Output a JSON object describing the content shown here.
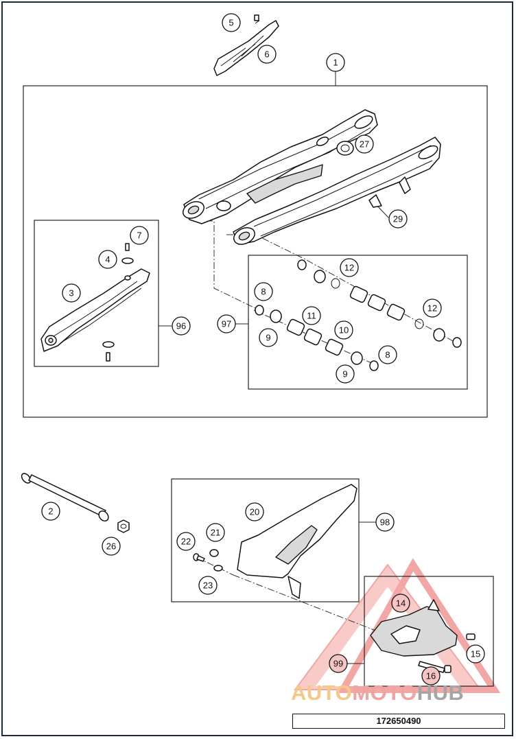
{
  "diagram": {
    "document_number": "172650490",
    "watermark": {
      "part1": "AUTO",
      "part2": "MOTO",
      "part3": "HUB"
    },
    "part_labels": {
      "p1": "1",
      "p2": "2",
      "p3": "3",
      "p4": "4",
      "p5": "5",
      "p6": "6",
      "p7": "7",
      "p8a": "8",
      "p8b": "8",
      "p9a": "9",
      "p9b": "9",
      "p10": "10",
      "p11": "11",
      "p12a": "12",
      "p12b": "12",
      "p14": "14",
      "p15": "15",
      "p16": "16",
      "p20": "20",
      "p21": "21",
      "p22": "22",
      "p23": "23",
      "p26": "26",
      "p27": "27",
      "p29": "29",
      "p96": "96",
      "p97": "97",
      "p98": "98",
      "p99": "99"
    },
    "colors": {
      "line": "#111111",
      "frame": "#1a2a44",
      "watermark_red": "#e8605c",
      "watermark_orange": "#f5b866",
      "watermark_gray": "#8a8a8a"
    }
  }
}
